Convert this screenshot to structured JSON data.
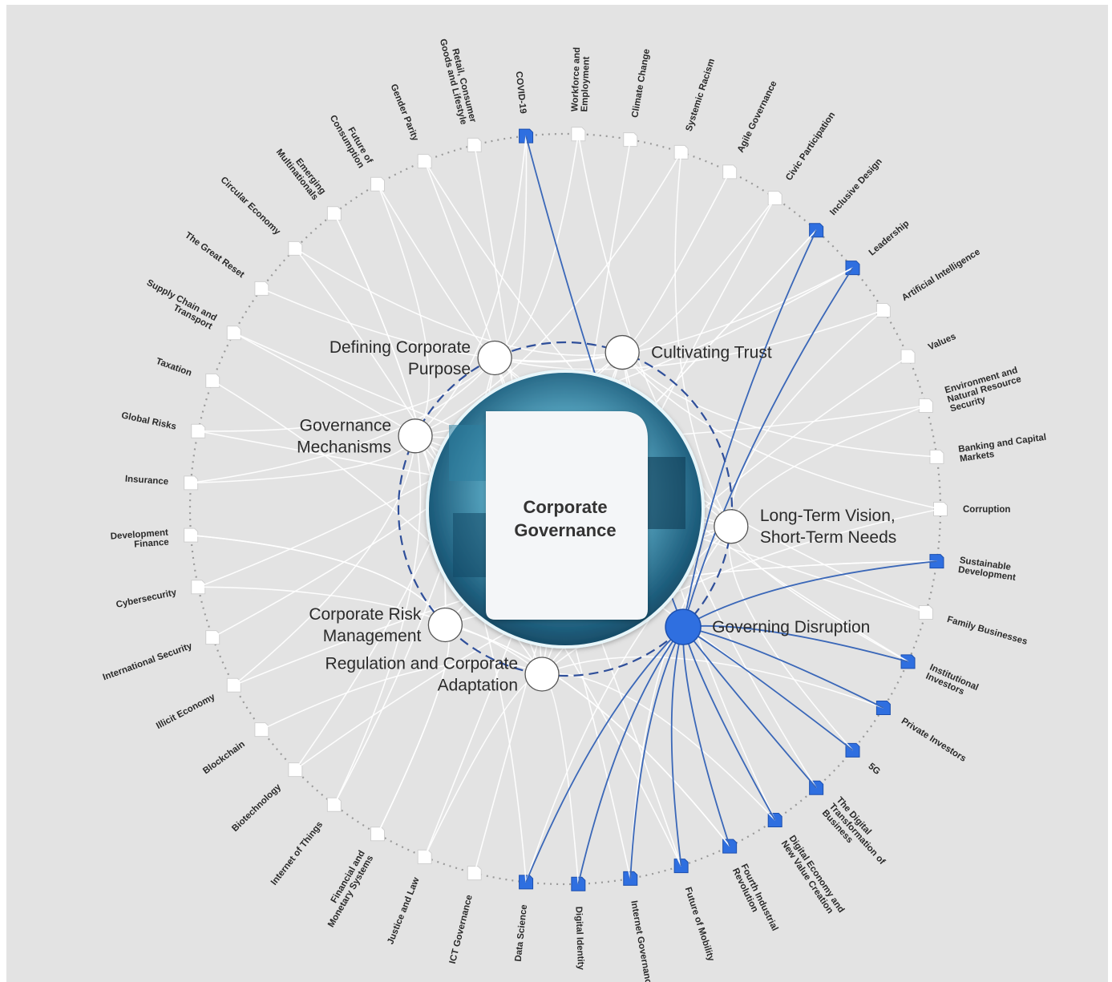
{
  "center": {
    "title_line1": "Corporate",
    "title_line2": "Governance"
  },
  "inner_nodes": [
    {
      "id": "purpose",
      "lines": [
        "Defining Corporate",
        "Purpose"
      ],
      "active": false,
      "side": "left"
    },
    {
      "id": "trust",
      "lines": [
        "Cultivating Trust"
      ],
      "active": false,
      "side": "right"
    },
    {
      "id": "mechanisms",
      "lines": [
        "Governance",
        "Mechanisms"
      ],
      "active": false,
      "side": "left"
    },
    {
      "id": "vision",
      "lines": [
        "Long-Term Vision,",
        "Short-Term Needs"
      ],
      "active": false,
      "side": "right"
    },
    {
      "id": "risk",
      "lines": [
        "Corporate Risk",
        "Management"
      ],
      "active": false,
      "side": "left"
    },
    {
      "id": "disruption",
      "lines": [
        "Governing Disruption"
      ],
      "active": true,
      "side": "right"
    },
    {
      "id": "regulation",
      "lines": [
        "Regulation and Corporate",
        "Adaptation"
      ],
      "active": false,
      "side": "left"
    }
  ],
  "outer_nodes": [
    {
      "lines": [
        "COVID-19"
      ],
      "highlighted": true
    },
    {
      "lines": [
        "Workforce and",
        "Employment"
      ],
      "highlighted": false
    },
    {
      "lines": [
        "Climate Change"
      ],
      "highlighted": false
    },
    {
      "lines": [
        "Systemic Racism"
      ],
      "highlighted": false
    },
    {
      "lines": [
        "Agile Governance"
      ],
      "highlighted": false
    },
    {
      "lines": [
        "Civic Participation"
      ],
      "highlighted": false
    },
    {
      "lines": [
        "Inclusive Design"
      ],
      "highlighted": true
    },
    {
      "lines": [
        "Leadership"
      ],
      "highlighted": true
    },
    {
      "lines": [
        "Artificial Intelligence"
      ],
      "highlighted": false
    },
    {
      "lines": [
        "Values"
      ],
      "highlighted": false
    },
    {
      "lines": [
        "Environment and",
        "Natural Resource",
        "Security"
      ],
      "highlighted": false
    },
    {
      "lines": [
        "Banking and Capital",
        "Markets"
      ],
      "highlighted": false
    },
    {
      "lines": [
        "Corruption"
      ],
      "highlighted": false
    },
    {
      "lines": [
        "Sustainable",
        "Development"
      ],
      "highlighted": true
    },
    {
      "lines": [
        "Family Businesses"
      ],
      "highlighted": false
    },
    {
      "lines": [
        "Institutional",
        "Investors"
      ],
      "highlighted": true
    },
    {
      "lines": [
        "Private Investors"
      ],
      "highlighted": true
    },
    {
      "lines": [
        "5G"
      ],
      "highlighted": true
    },
    {
      "lines": [
        "The Digital",
        "Transformation of",
        "Business"
      ],
      "highlighted": true
    },
    {
      "lines": [
        "Digital Economy and",
        "New Value Creation"
      ],
      "highlighted": true
    },
    {
      "lines": [
        "Fourth Industrial",
        "Revolution"
      ],
      "highlighted": true
    },
    {
      "lines": [
        "Future of Mobility"
      ],
      "highlighted": true
    },
    {
      "lines": [
        "Internet Governance"
      ],
      "highlighted": true
    },
    {
      "lines": [
        "Digital Identity"
      ],
      "highlighted": true
    },
    {
      "lines": [
        "Data Science"
      ],
      "highlighted": true
    },
    {
      "lines": [
        "ICT Governance"
      ],
      "highlighted": false
    },
    {
      "lines": [
        "Justice and Law"
      ],
      "highlighted": false
    },
    {
      "lines": [
        "Financial and",
        "Monetary Systems"
      ],
      "highlighted": false
    },
    {
      "lines": [
        "Internet of Things"
      ],
      "highlighted": false
    },
    {
      "lines": [
        "Biotechnology"
      ],
      "highlighted": false
    },
    {
      "lines": [
        "Blockchain"
      ],
      "highlighted": false
    },
    {
      "lines": [
        "Illicit Economy"
      ],
      "highlighted": false
    },
    {
      "lines": [
        "International Security"
      ],
      "highlighted": false
    },
    {
      "lines": [
        "Cybersecurity"
      ],
      "highlighted": false
    },
    {
      "lines": [
        "Development",
        "Finance"
      ],
      "highlighted": false
    },
    {
      "lines": [
        "Insurance"
      ],
      "highlighted": false
    },
    {
      "lines": [
        "Global Risks"
      ],
      "highlighted": false
    },
    {
      "lines": [
        "Taxation"
      ],
      "highlighted": false
    },
    {
      "lines": [
        "Supply Chain and",
        "Transport"
      ],
      "highlighted": false
    },
    {
      "lines": [
        "The Great Reset"
      ],
      "highlighted": false
    },
    {
      "lines": [
        "Circular Economy"
      ],
      "highlighted": false
    },
    {
      "lines": [
        "Emerging",
        "Multinationals"
      ],
      "highlighted": false
    },
    {
      "lines": [
        "Future of",
        "Consumption"
      ],
      "highlighted": false
    },
    {
      "lines": [
        "Gender Parity"
      ],
      "highlighted": false
    },
    {
      "lines": [
        "Retail, Consumer",
        "Goods and Lifestyle"
      ],
      "highlighted": false
    }
  ],
  "colors": {
    "background": "#e3e3e3",
    "highlight": "#2f6fe0",
    "highlight_line": "#3a67b8",
    "connection": "#ffffff",
    "ring_dots": "#9a9a9a",
    "inner_ring": "#2f4f9a"
  }
}
